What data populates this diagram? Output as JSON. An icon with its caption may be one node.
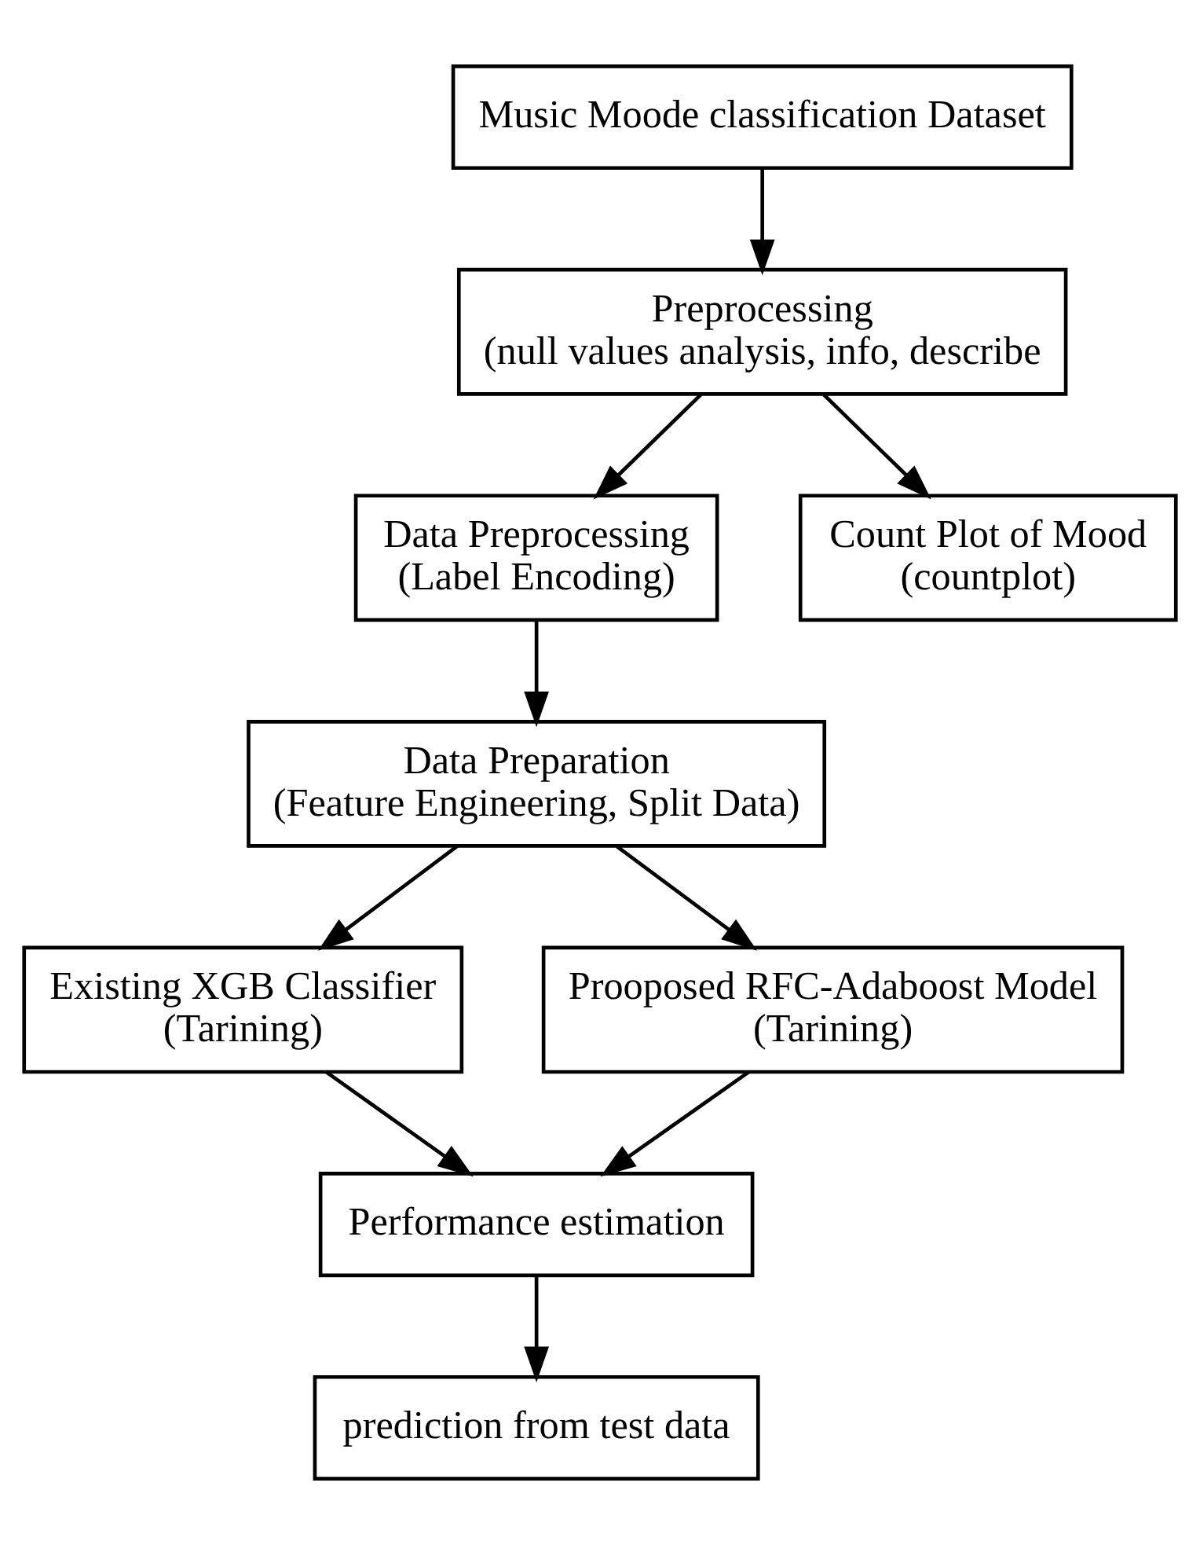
{
  "diagram": {
    "nodes": [
      {
        "text": [
          "Music Moode classification Dataset"
        ]
      },
      {
        "text": [
          "Preprocessing",
          "(null values analysis, info, describe"
        ]
      },
      {
        "text": [
          "Data Preprocessing",
          "(Label Encoding)"
        ]
      },
      {
        "text": [
          "Count Plot of Mood",
          "(countplot)"
        ]
      },
      {
        "text": [
          "Data Preparation",
          "(Feature Engineering, Split Data)"
        ]
      },
      {
        "text": [
          "Existing XGB Classifier",
          "(Tarining)"
        ]
      },
      {
        "text": [
          "Prooposed RFC-Adaboost Model",
          "(Tarining)"
        ]
      },
      {
        "text": [
          "Performance estimation"
        ]
      },
      {
        "text": [
          "prediction from test data"
        ]
      }
    ],
    "edges": [
      {
        "from": 0,
        "to": 1,
        "arrow": "to"
      },
      {
        "from": 1,
        "to": 2,
        "arrow": "to"
      },
      {
        "from": 1,
        "to": 3,
        "arrow": "to"
      },
      {
        "from": 2,
        "to": 4,
        "arrow": "to"
      },
      {
        "from": 4,
        "to": 5,
        "arrow": "to"
      },
      {
        "from": 4,
        "to": 6,
        "arrow": "to"
      },
      {
        "from": 5,
        "to": 7,
        "arrow": "to"
      },
      {
        "from": 6,
        "to": 7,
        "arrow": "to"
      },
      {
        "from": 7,
        "to": 8,
        "arrow": "to"
      }
    ]
  }
}
